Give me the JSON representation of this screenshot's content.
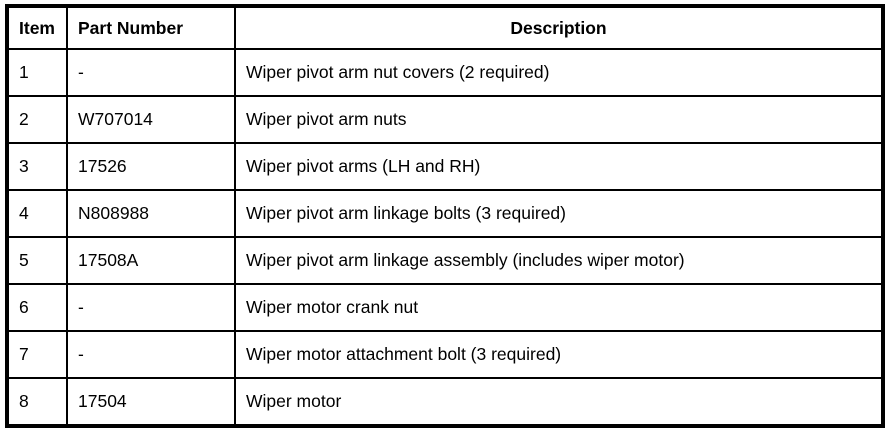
{
  "table": {
    "headers": {
      "item": "Item",
      "part_number": "Part Number",
      "description": "Description"
    },
    "rows": [
      {
        "item": "1",
        "part_number": "-",
        "description": "Wiper pivot arm nut covers (2 required)"
      },
      {
        "item": "2",
        "part_number": "W707014",
        "description": "Wiper pivot arm nuts"
      },
      {
        "item": "3",
        "part_number": "17526",
        "description": "Wiper pivot arms (LH and RH)"
      },
      {
        "item": "4",
        "part_number": "N808988",
        "description": "Wiper pivot arm linkage bolts (3 required)"
      },
      {
        "item": "5",
        "part_number": "17508A",
        "description": "Wiper pivot arm linkage assembly (includes wiper motor)"
      },
      {
        "item": "6",
        "part_number": "-",
        "description": "Wiper motor crank nut"
      },
      {
        "item": "7",
        "part_number": "-",
        "description": "Wiper motor attachment bolt (3 required)"
      },
      {
        "item": "8",
        "part_number": "17504",
        "description": "Wiper motor"
      }
    ],
    "colors": {
      "border": "#000000",
      "text": "#000000",
      "background": "#ffffff"
    }
  }
}
